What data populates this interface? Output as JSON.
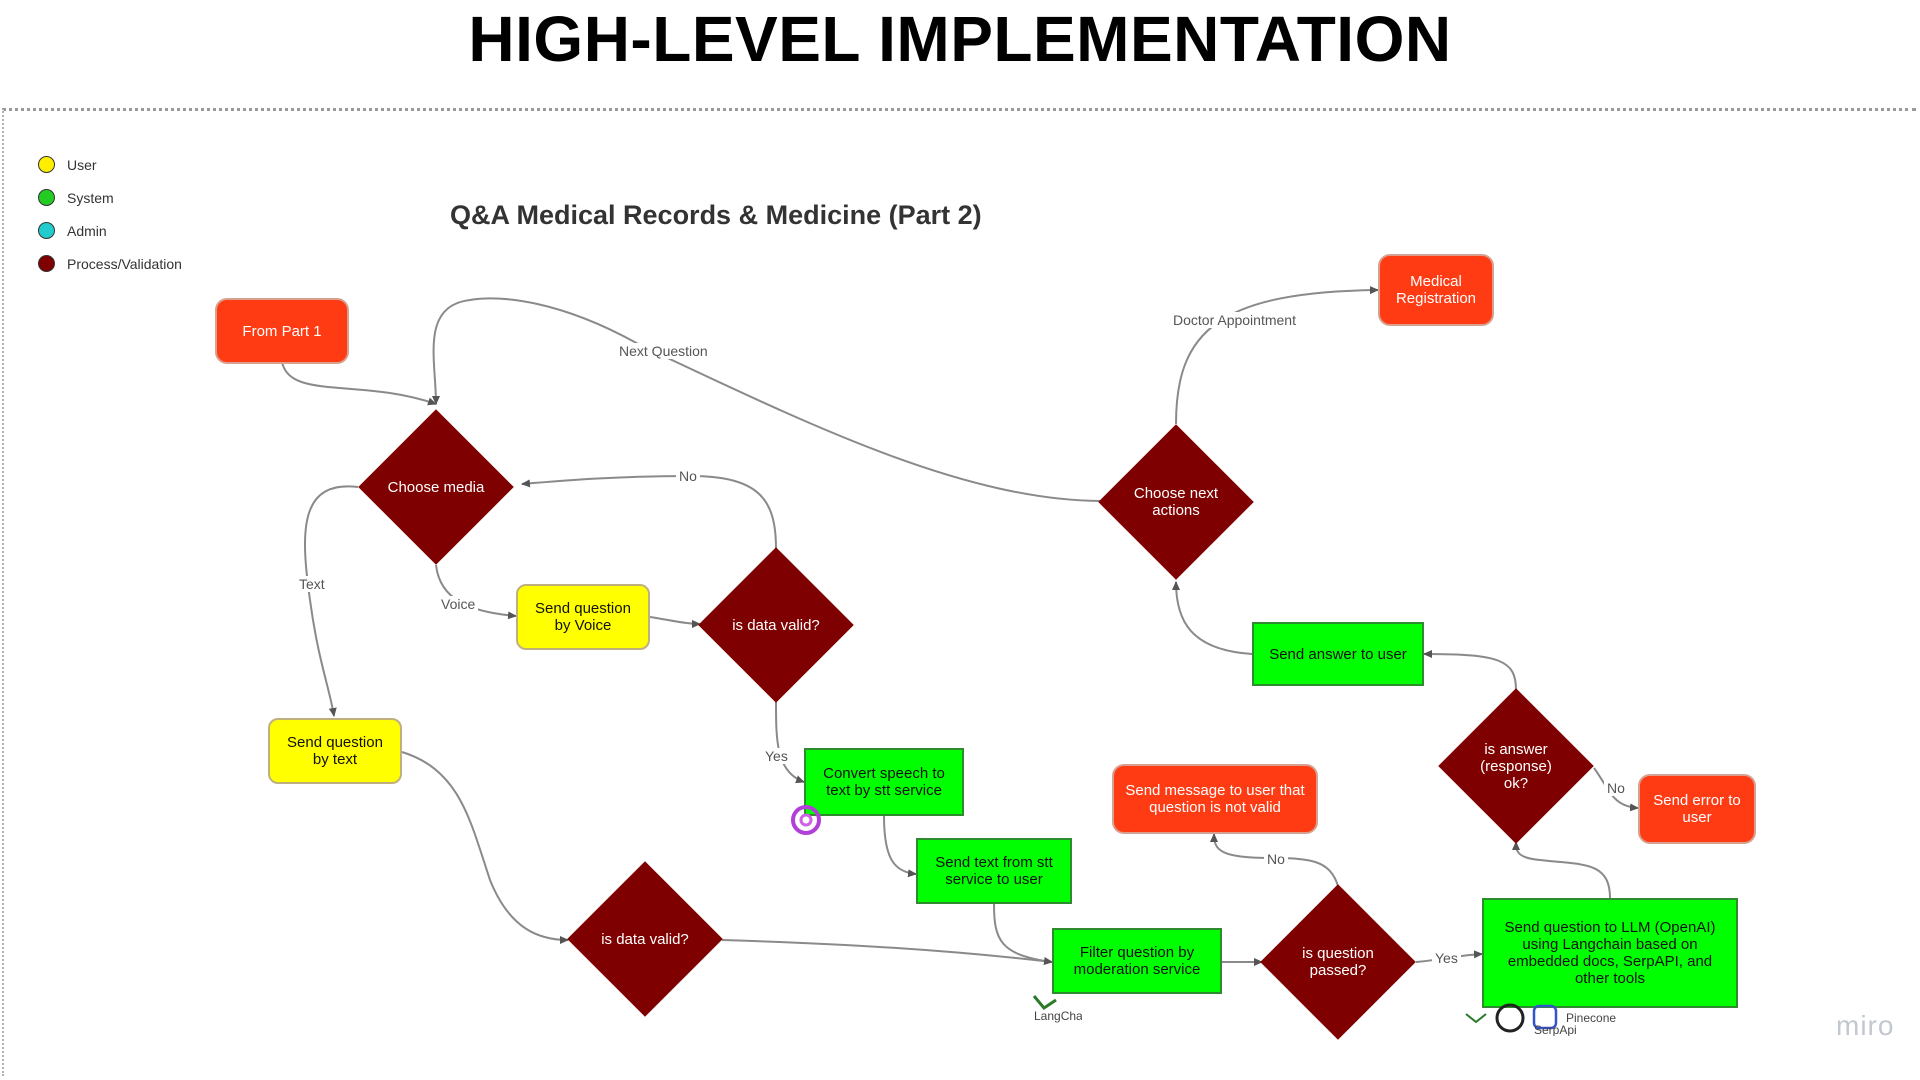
{
  "page_title": "HIGH-LEVEL IMPLEMENTATION",
  "diagram_title": "Q&A Medical Records & Medicine (Part 2)",
  "legend": [
    {
      "label": "User",
      "color": "#ffee00"
    },
    {
      "label": "System",
      "color": "#22cc22"
    },
    {
      "label": "Admin",
      "color": "#22cccc"
    },
    {
      "label": "Process/Validation",
      "color": "#7f0000"
    }
  ],
  "nodes": {
    "from_part1": "From Part 1",
    "choose_media": "Choose media",
    "send_voice": "Send question by Voice",
    "data_valid_1": "is data valid?",
    "send_text": "Send question by text",
    "convert_speech": "Convert speech to text by stt service",
    "send_text_stt": "Send text from stt service to user",
    "data_valid_2": "is data valid?",
    "filter_question": "Filter question by moderation service",
    "question_passed": "is question passed?",
    "send_not_valid": "Send message to user that question is not valid",
    "send_llm": "Send question to LLM (OpenAI) using Langchain based on embedded docs, SerpAPI, and other tools",
    "answer_ok": "is answer (response) ok?",
    "send_error": "Send error to user",
    "send_answer": "Send answer to user",
    "choose_next": "Choose next actions",
    "medical_registration": "Medical Registration"
  },
  "edge_labels": {
    "next_question": "Next Question",
    "no_1": "No",
    "text": "Text",
    "voice": "Voice",
    "yes_1": "Yes",
    "doctor_appointment": "Doctor Appointment",
    "no_2": "No",
    "yes_2": "Yes",
    "no_3": "No"
  },
  "logos": {
    "langchain": "LangChain",
    "pinecone": "Pinecone",
    "serpapi": "SerpApi"
  },
  "watermark": "miro"
}
